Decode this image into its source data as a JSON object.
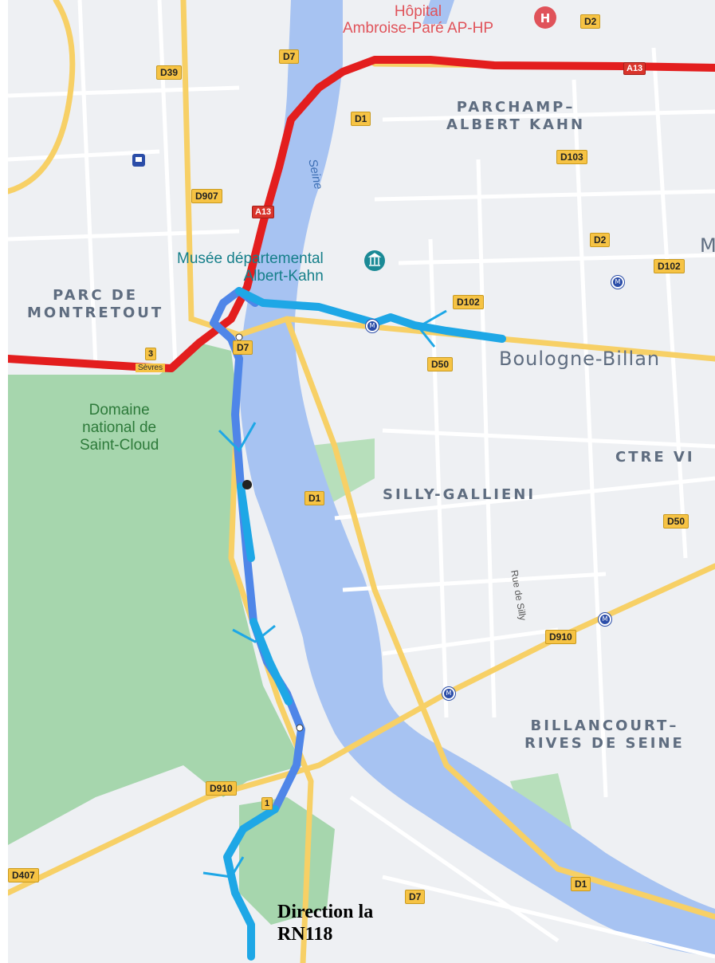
{
  "map": {
    "colors": {
      "water": "#a7c3f2",
      "park": "#a6d6ad",
      "land": "#eef0f3",
      "road_major": "#f7d066",
      "route_blue": "#4f86e8",
      "route_cyan": "#1ea7e6",
      "route_red": "#e31e1e"
    },
    "labels": {
      "hospital": "Hôpital\nAmbroise-Paré AP-HP",
      "parchamp": "PARCHAMP–\nALBERT KAHN",
      "parc_montretout": "PARC DE\nMONTRETOUT",
      "museum": "Musée départemental\nAlbert-Kahn",
      "boulogne": "Boulogne-Billan",
      "domaine": "Domaine\nnational de\nSaint-Cloud",
      "silly_gallieni": "SILLY-GALLIENI",
      "ctre_vil": "CTRE VI",
      "billancourt": "BILLANCOURT–\nRIVES DE SEINE",
      "seine": "Seine",
      "rue_de_silly": "Rue de Silly",
      "m_partial": "M",
      "sevres": "Sèvres",
      "annotation": "Direction la\nRN118"
    },
    "shields": {
      "d2_top": "D2",
      "d7_top": "D7",
      "d39": "D39",
      "a13_top": "A13",
      "d1_top": "D1",
      "d103": "D103",
      "d907": "D907",
      "a13_mid": "A13",
      "d2_mid": "D2",
      "d102_right": "D102",
      "d102_mid": "D102",
      "d7_mid": "D7",
      "exit3": "3",
      "d50_mid": "D50",
      "d1_mid": "D1",
      "d50_right": "D50",
      "d910_right": "D910",
      "d910_left": "D910",
      "exit1": "1",
      "d407": "D407",
      "d7_bottom": "D7",
      "d1_bottom": "D1"
    },
    "icons": {
      "hospital": "hospital-icon",
      "museum": "museum-icon",
      "train": "train-station-icon",
      "metro": "metro-icon"
    }
  }
}
